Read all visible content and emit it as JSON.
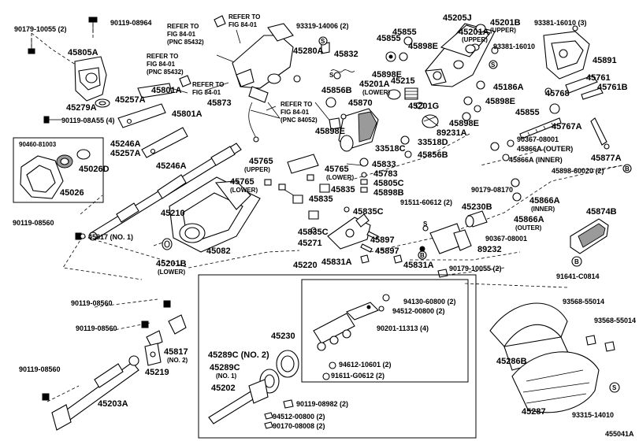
{
  "diagram_id": "455041A",
  "labels": [
    "90179-10055 (2)",
    "90119-08964",
    "45805A",
    "45279A",
    "90119-08A55 (4)",
    "90460-81003",
    "45026D",
    "45026",
    "90119-08560",
    "45817 (NO. 1)",
    "REFER TO",
    "FIG 84-01",
    "(PNC 85432)",
    "REFER TO",
    "FIG 84-01",
    "REFER TO",
    "FIG 84-01",
    "(PNC 85432)",
    "REFER TO",
    "FIG 84-01",
    "45280A",
    "45801A",
    "45257A",
    "45801A",
    "45873",
    "45246A",
    "45257A",
    "45246A",
    "45210",
    "45201B",
    "(LOWER)",
    "45082",
    "93319-14006 (2)",
    "45832",
    "45855",
    "45855",
    "45898E",
    "45898E",
    "45201A",
    "(LOWER)",
    "45215",
    "45201G",
    "45856B",
    "45870",
    "45898E",
    "REFER TO",
    "FIG 84-01",
    "(PNC 84052)",
    "45205J",
    "45201B",
    "(UPPER)",
    "45201A",
    "(UPPER)",
    "93381-16010",
    "93381-16010 (3)",
    "45891",
    "45761",
    "45761B",
    "45186A",
    "45898E",
    "45768",
    "45855",
    "45898E",
    "89231A",
    "33518D",
    "33518C",
    "45856B",
    "45833",
    "45783",
    "45805C",
    "45898B",
    "45765",
    "(UPPER)",
    "45765",
    "(LOWER)",
    "45765",
    "(LOWER)",
    "45835",
    "45835",
    "45835C",
    "45835C",
    "45271",
    "45897",
    "45897",
    "45831A",
    "45831A",
    "45220",
    "90367-08001",
    "45866A (OUTER)",
    "45866A (INNER)",
    "45767A",
    "45877A",
    "45898-60020 (2)",
    "90179-08170",
    "45866A",
    "(INNER)",
    "45866A",
    "(OUTER)",
    "91511-60612 (2)",
    "45230B",
    "89232",
    "90367-08001",
    "90179-10055 (2)",
    "45874B",
    "91641-C0814",
    "90119-08560",
    "90119-08560",
    "45817",
    "(NO. 2)",
    "45219",
    "45230",
    "94130-60800 (2)",
    "94512-00800 (2)",
    "90201-11313 (4)",
    "94612-10601 (2)",
    "91611-G0612 (2)",
    "45289C (NO. 2)",
    "45289C",
    "(NO. 1)",
    "45202",
    "90119-08982 (2)",
    "94512-00800 (2)",
    "90170-08008 (2)",
    "90119-08560",
    "45203A",
    "45286B",
    "45287",
    "93568-55014",
    "93568-55014",
    "93315-14010"
  ],
  "markers": [
    "S",
    "S",
    "S",
    "S",
    "B",
    "B",
    "B",
    "S"
  ]
}
